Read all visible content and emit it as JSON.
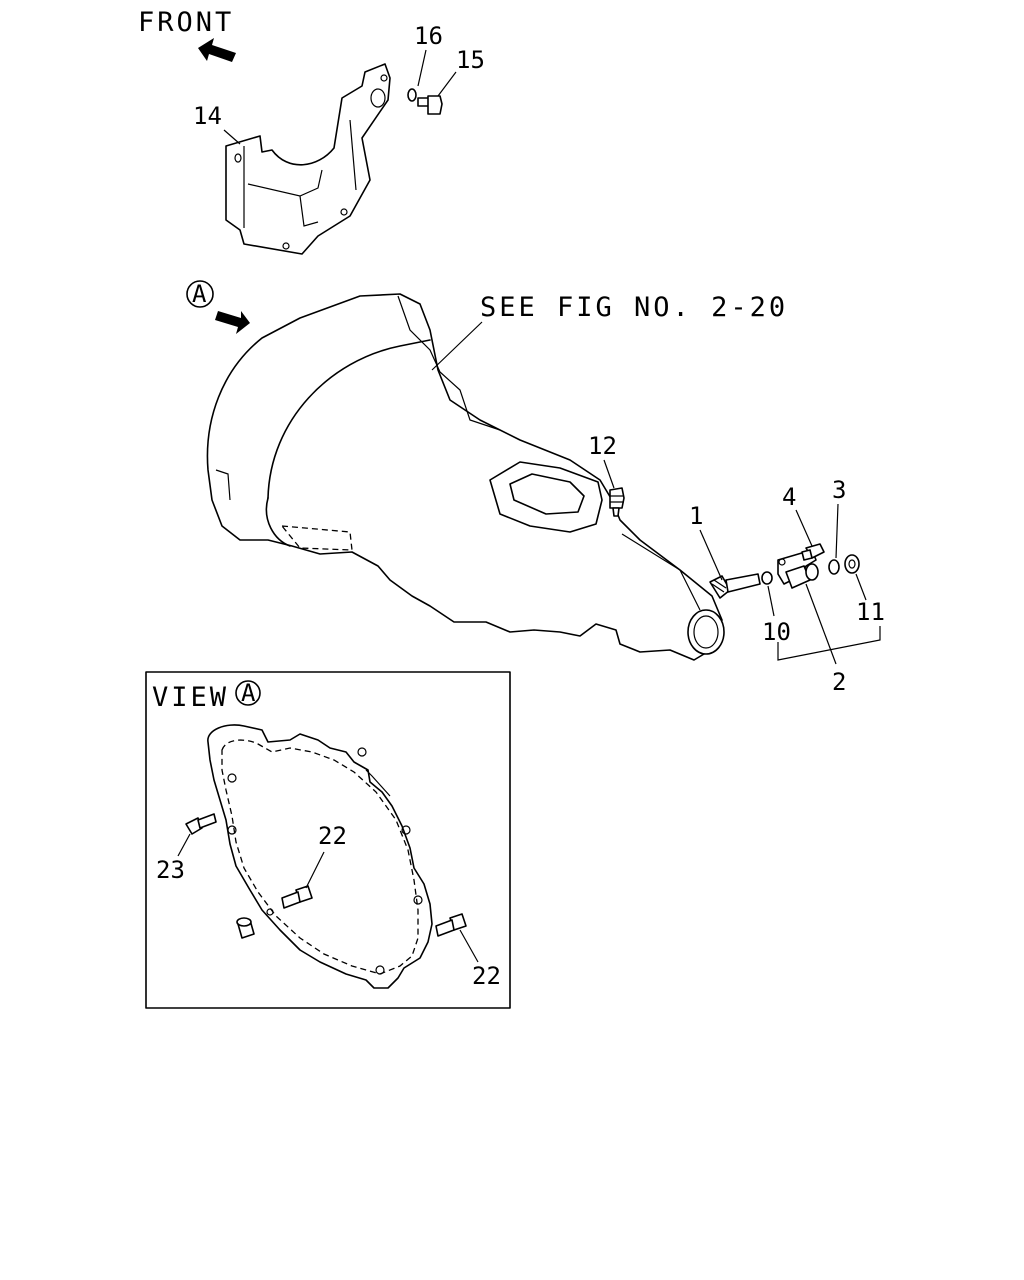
{
  "labels": {
    "front": "FRONT",
    "see_fig": "SEE FIG NO. 2-20",
    "view_title": "VIEW",
    "view_marker": "A",
    "circle_a": "A"
  },
  "callouts": [
    {
      "id": "p16",
      "text": "16"
    },
    {
      "id": "p15",
      "text": "15"
    },
    {
      "id": "p14",
      "text": "14"
    },
    {
      "id": "p12",
      "text": "12"
    },
    {
      "id": "p1",
      "text": "1"
    },
    {
      "id": "p4",
      "text": "4"
    },
    {
      "id": "p3",
      "text": "3"
    },
    {
      "id": "p10",
      "text": "10"
    },
    {
      "id": "p11",
      "text": "11"
    },
    {
      "id": "p2",
      "text": "2"
    },
    {
      "id": "p22a",
      "text": "22"
    },
    {
      "id": "p23",
      "text": "23"
    },
    {
      "id": "p22b",
      "text": "22"
    }
  ],
  "colors": {
    "ink": "#000000",
    "paper": "#ffffff"
  }
}
